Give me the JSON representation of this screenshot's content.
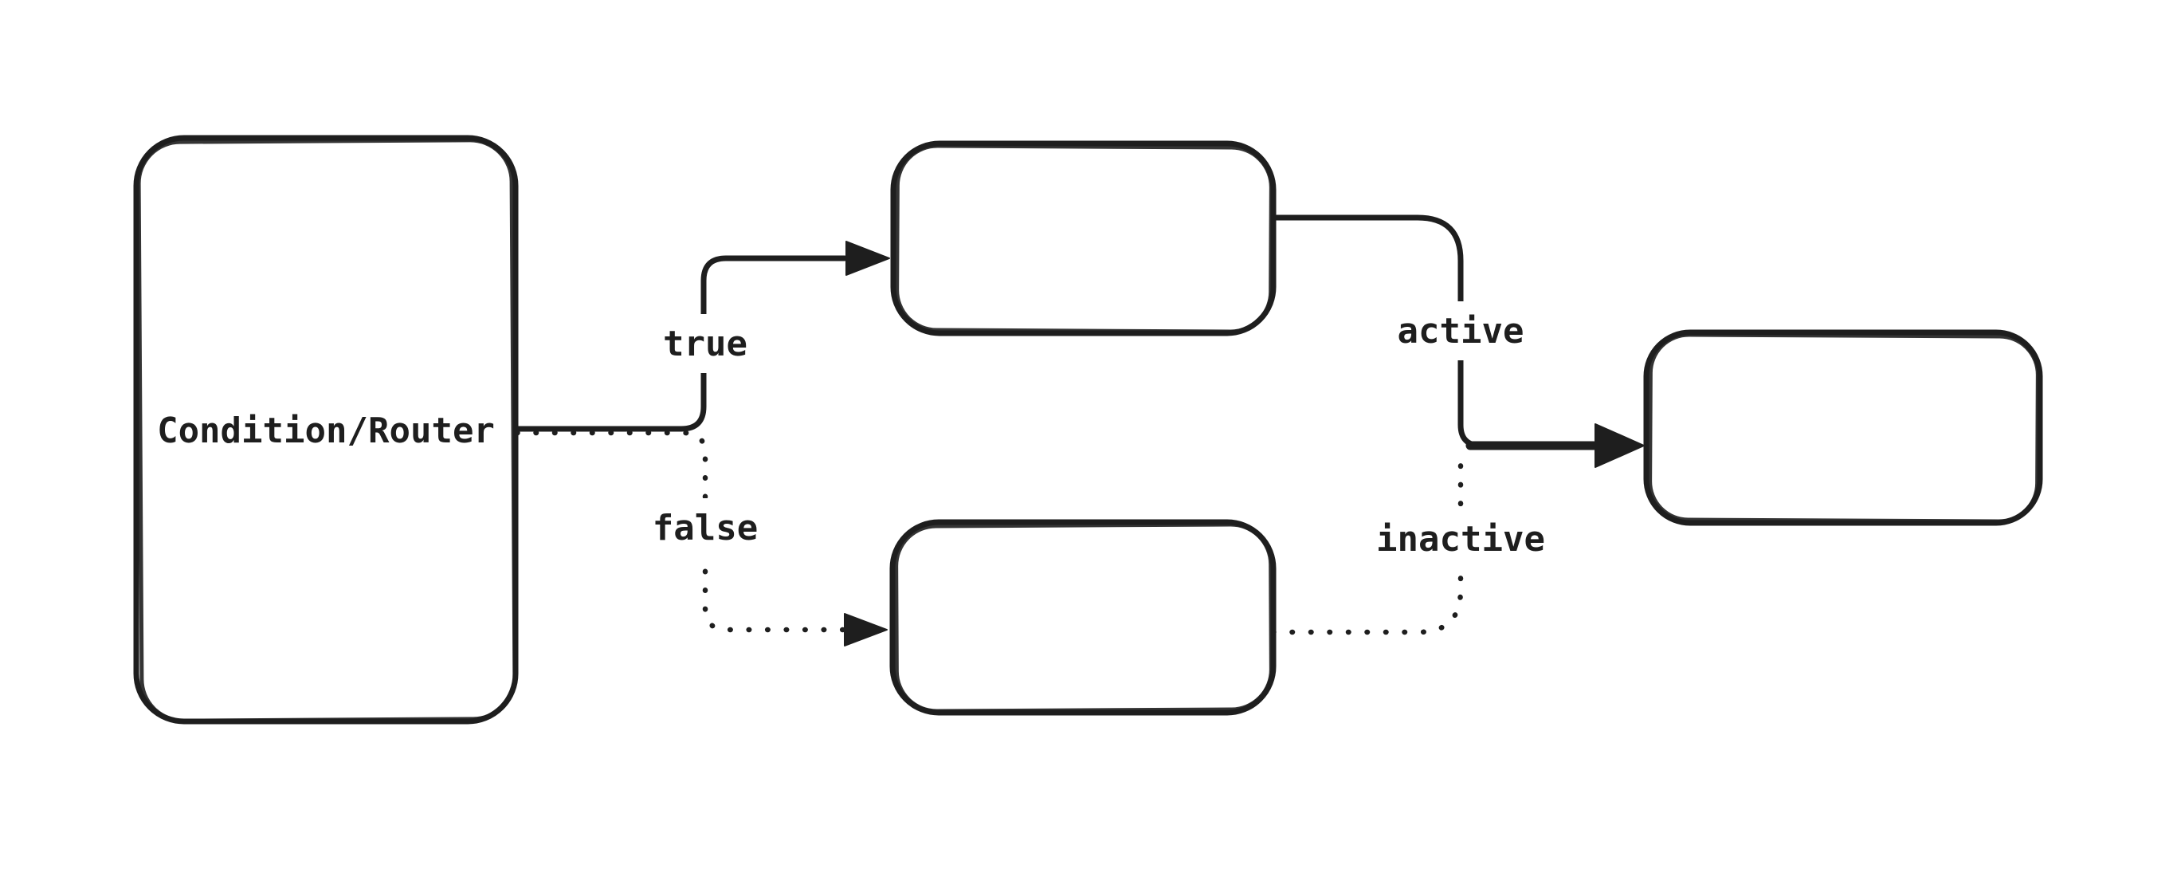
{
  "page": {
    "background": "#ffffff",
    "stroke_color": "#1e1e1e",
    "text_color": "#1e1e1e"
  },
  "diagram": {
    "type": "flowchart-left-to-right",
    "style": "hand-drawn",
    "nodes": [
      {
        "id": "condition",
        "label": "Condition/Router"
      },
      {
        "id": "branch-true",
        "label": ""
      },
      {
        "id": "branch-false",
        "label": ""
      },
      {
        "id": "output",
        "label": ""
      }
    ],
    "edges": [
      {
        "from": "condition",
        "to": "branch-true",
        "label": "true",
        "line_style": "solid",
        "arrow": "filled-triangle"
      },
      {
        "from": "condition",
        "to": "branch-false",
        "label": "false",
        "line_style": "dotted",
        "arrow": "filled-triangle"
      },
      {
        "from": "branch-true",
        "to": "output",
        "label": "active",
        "line_style": "solid",
        "arrow": "filled-triangle"
      },
      {
        "from": "branch-false",
        "to": "output",
        "label": "inactive",
        "line_style": "dotted",
        "arrow": "shared-with-active"
      }
    ]
  }
}
